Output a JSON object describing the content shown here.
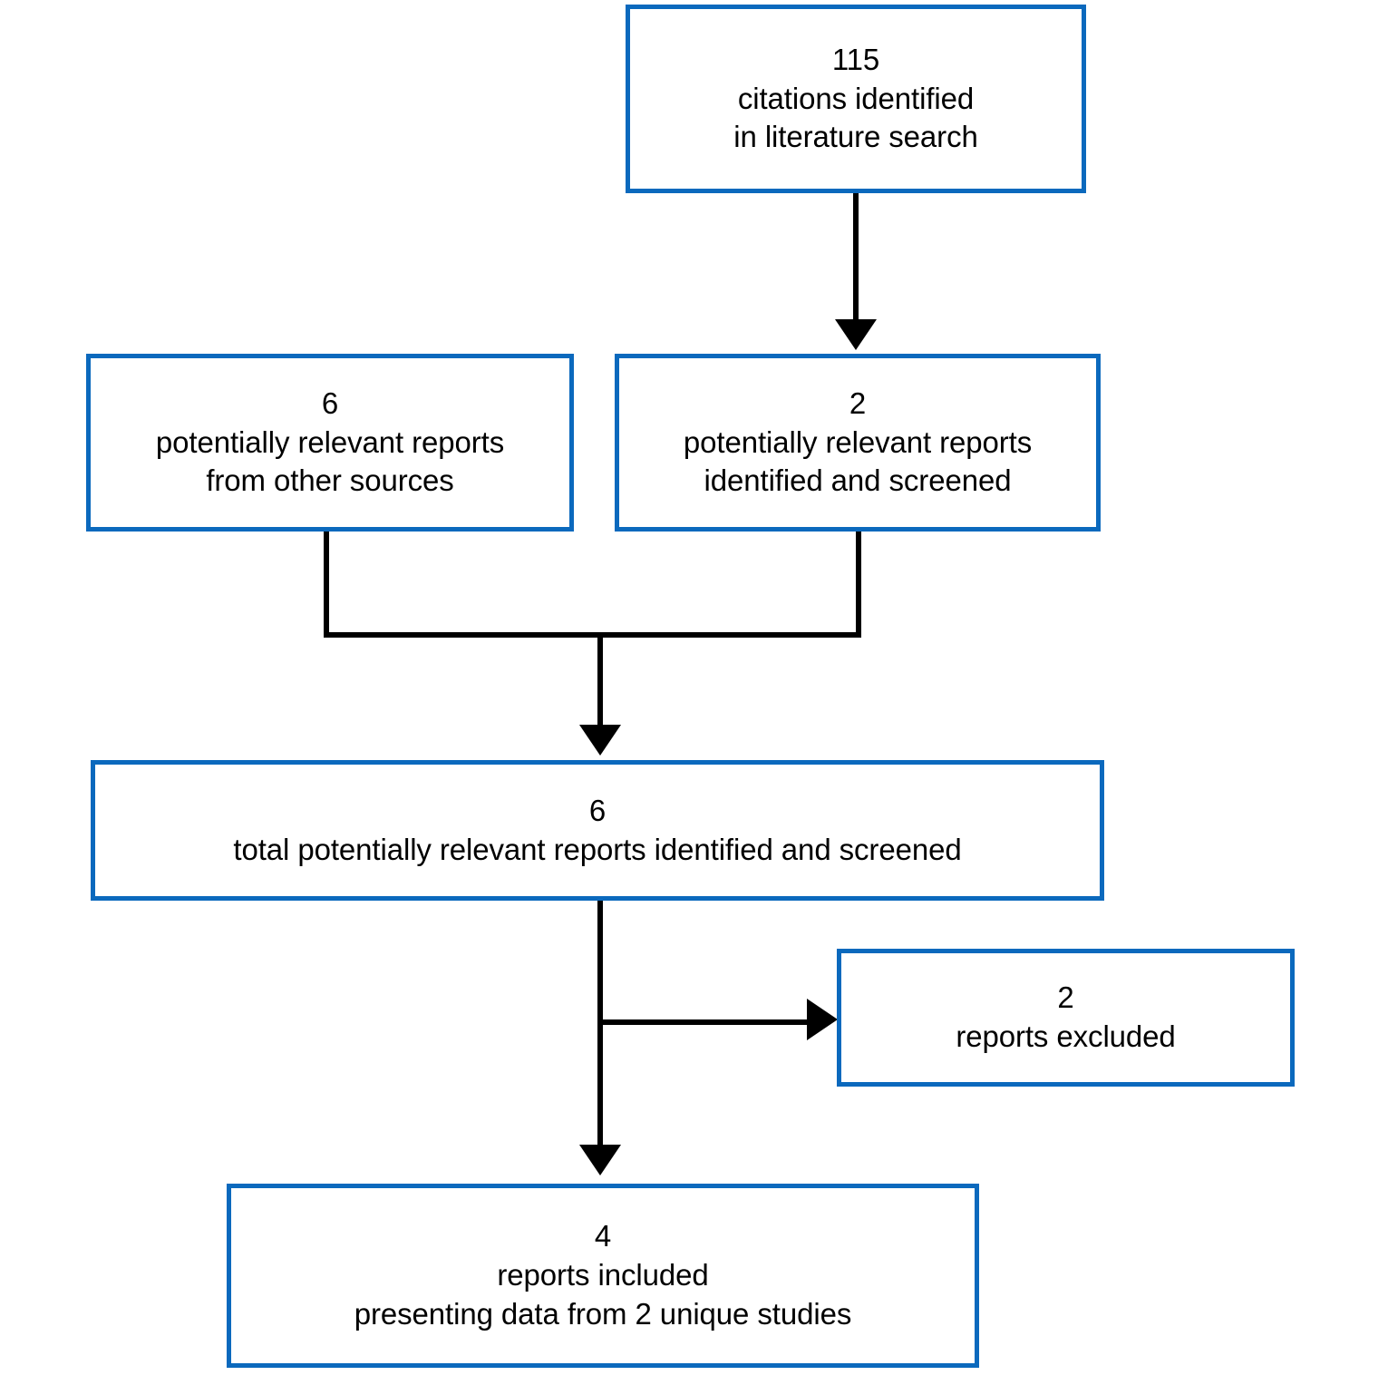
{
  "diagram": {
    "type": "prisma-study-flow-diagram",
    "colors": {
      "box_border": "#0b69bd",
      "connector": "#000000",
      "background": "#ffffff",
      "text": "#000000"
    },
    "nodes": [
      {
        "id": "identified",
        "count": "115",
        "line1": "citations identified",
        "line2": "in literature search"
      },
      {
        "id": "other_sources",
        "count": "6",
        "line1": "potentially relevant reports",
        "line2": "from other sources"
      },
      {
        "id": "screened",
        "count": "2",
        "line1": "potentially relevant reports",
        "line2": "identified and screened"
      },
      {
        "id": "total",
        "count": "6",
        "line1": "total potentially relevant reports identified and screened"
      },
      {
        "id": "excluded",
        "count": "2",
        "line1": "reports excluded"
      },
      {
        "id": "included",
        "count": "4",
        "line1": "reports included",
        "line2": "presenting data from 2 unique studies"
      }
    ]
  }
}
